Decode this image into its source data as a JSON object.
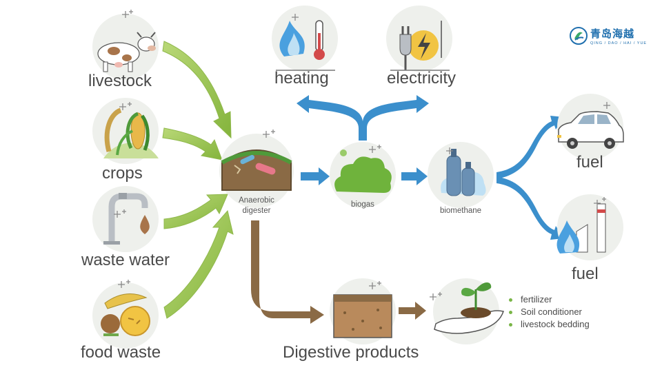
{
  "logo": {
    "name": "青岛海越",
    "subtitle": "QING / DAO / HAI / YUE"
  },
  "sources": {
    "livestock": "livestock",
    "crops": "crops",
    "waste_water": "waste water",
    "food_waste": "food waste"
  },
  "process": {
    "digester": "Anaerobic\ndigester",
    "biogas": "biogas",
    "biomethane": "biomethane",
    "digestive_products": "Digestive products"
  },
  "outputs": {
    "heating": "heating",
    "electricity": "electricity",
    "fuel_vehicle": "fuel",
    "fuel_industry": "fuel"
  },
  "uses": [
    "fertilizer",
    "Soil conditioner",
    "livestock bedding"
  ],
  "colors": {
    "green_arrow": "#9cc35a",
    "blue_arrow": "#3b8fcc",
    "brown_arrow": "#8a6a45",
    "text": "#4a4a4a"
  }
}
